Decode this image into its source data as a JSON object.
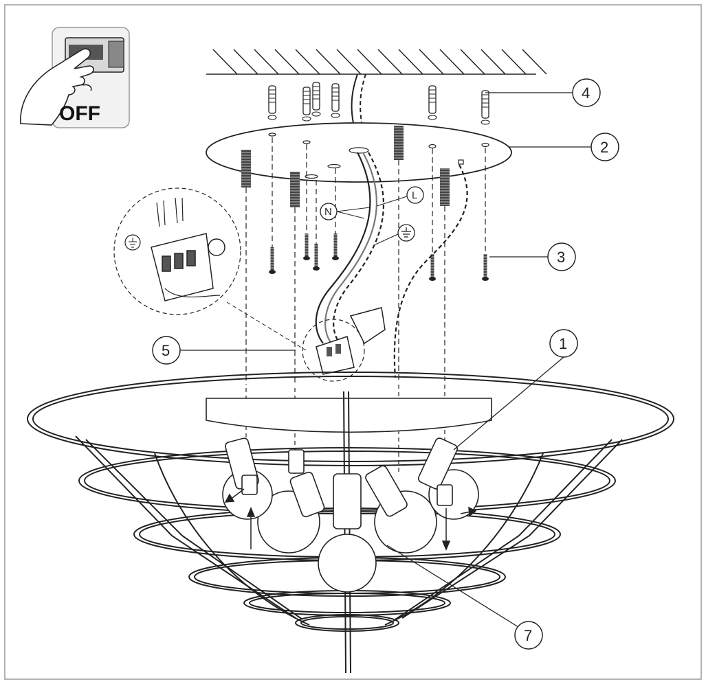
{
  "off_badge": {
    "label": "OFF"
  },
  "callouts": [
    {
      "id": "part-1",
      "number": "1"
    },
    {
      "id": "part-2",
      "number": "2"
    },
    {
      "id": "part-3",
      "number": "3"
    },
    {
      "id": "part-4",
      "number": "4"
    },
    {
      "id": "part-5",
      "number": "5"
    },
    {
      "id": "part-7",
      "number": "7"
    }
  ],
  "wire_labels": {
    "neutral": "N",
    "live": "L"
  },
  "icons": [
    "hand-switch-off-icon",
    "ground-symbol-icon",
    "wall-anchor-icon",
    "screw-icon",
    "threaded-rod-icon",
    "terminal-block-icon"
  ],
  "colors": {
    "line": "#1a1a1a",
    "border": "#999999",
    "badge_bg": "#f2f2f2"
  }
}
